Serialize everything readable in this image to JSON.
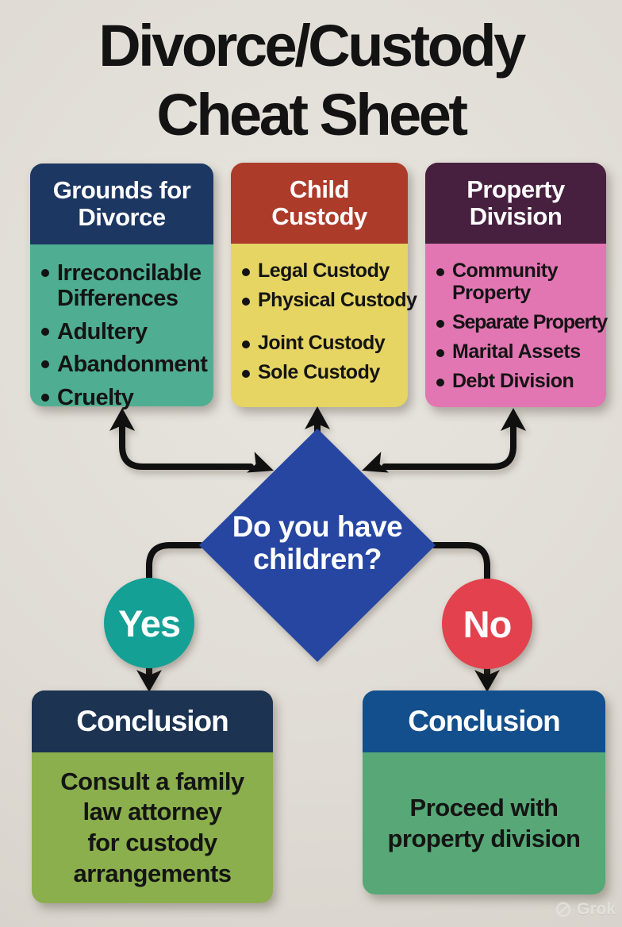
{
  "title": {
    "text": "Divorce/Custody\nCheat Sheet"
  },
  "topic_cards": [
    {
      "header": "Grounds for\nDivorce",
      "header_bg": "#1d3763",
      "body_bg": "#4fae91",
      "items": [
        "Irreconcilable\nDifferences",
        "Adultery",
        "Abandonment",
        "Cruelty"
      ]
    },
    {
      "header": "Child\nCustody",
      "header_bg": "#ad3b2a",
      "body_bg": "#e6d463",
      "items": [
        "Legal Custody",
        "Physical Custody",
        "Joint Custody",
        "Sole Custody"
      ]
    },
    {
      "header": "Property\nDivision",
      "header_bg": "#47203f",
      "body_bg": "#e276b3",
      "items": [
        "Community\nProperty",
        "Separate Property",
        "Marital Assets",
        "Debt Division"
      ]
    }
  ],
  "decision": {
    "question": "Do you have\nchildren?",
    "fill": "#2646a2",
    "text_color": "#ffffff"
  },
  "branches": {
    "yes": {
      "label": "Yes",
      "bg": "#14a095"
    },
    "no": {
      "label": "No",
      "bg": "#e2414d"
    }
  },
  "conclusions": [
    {
      "header": "Conclusion",
      "header_bg": "#1c3352",
      "body_bg": "#8aaf4c",
      "text": "Consult a family\nlaw attorney\nfor custody\narrangements"
    },
    {
      "header": "Conclusion",
      "header_bg": "#124f8c",
      "body_bg": "#57a876",
      "text": "Proceed with\nproperty division"
    }
  ],
  "watermark": {
    "label": "Grok",
    "icon": "circle-slash-logo"
  },
  "colors": {
    "background": "#e0dcd5",
    "arrow": "#101010",
    "title_text": "#131313",
    "bullet_text": "#141414"
  }
}
